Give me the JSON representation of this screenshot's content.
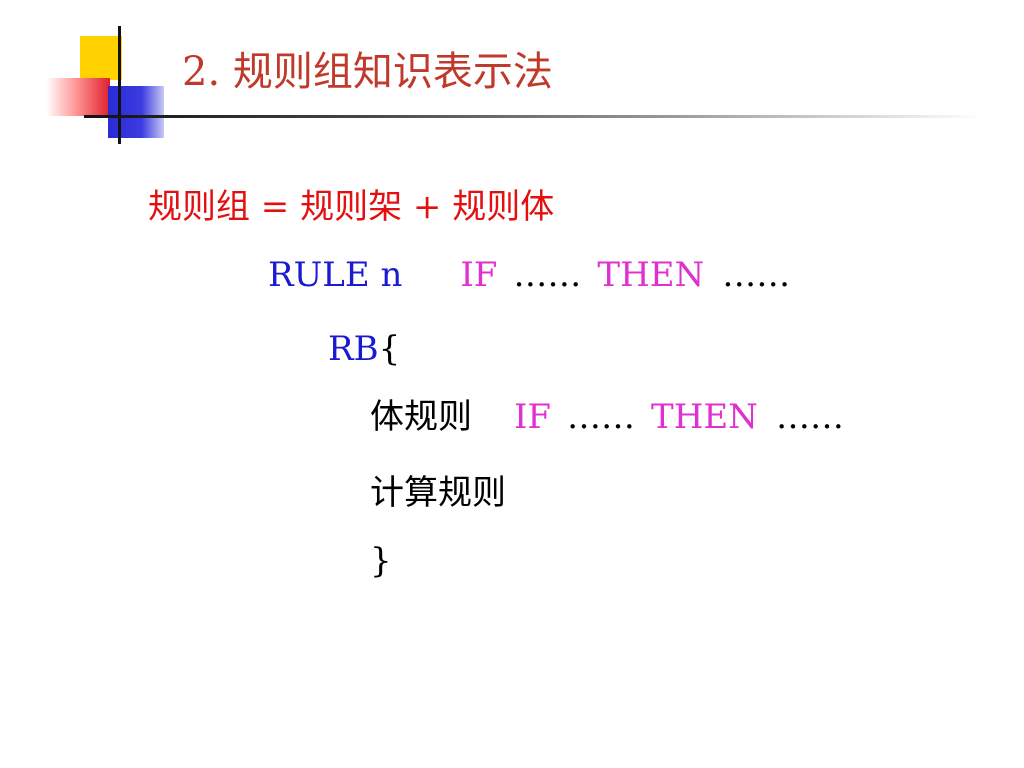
{
  "slide": {
    "title": "2. 规则组知识表示法",
    "definition": "规则组 = 规则架 + 规则体",
    "rule_header": {
      "rule": "RULE n",
      "if": "IF",
      "dots1": "……",
      "then": "THEN",
      "dots2": "……"
    },
    "rb_open": {
      "rb": "RB",
      "brace": "{"
    },
    "body_rule": {
      "label": "体规则",
      "if": "IF",
      "dots1": "……",
      "then": "THEN",
      "dots2": "……"
    },
    "calc_rule": "计算规则",
    "rb_close": "}"
  },
  "colors": {
    "title": "#c0392b",
    "definition": "#e41010",
    "keyword_blue": "#1a1ad0",
    "keyword_magenta": "#e030d0"
  }
}
